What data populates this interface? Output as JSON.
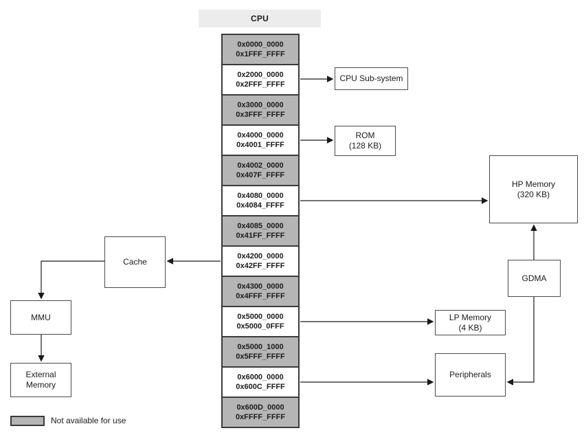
{
  "title": "CPU",
  "colors": {
    "unavailable_fill": "#b5b5b5",
    "header_bg": "#ececec",
    "line": "#1a1a1a"
  },
  "memory_map": {
    "blocks": [
      {
        "start": "0x0000_0000",
        "end": "0x1FFF_FFFF",
        "available": false,
        "target": null
      },
      {
        "start": "0x2000_0000",
        "end": "0x2FFF_FFFF",
        "available": true,
        "target": "CPU Sub-system"
      },
      {
        "start": "0x3000_0000",
        "end": "0x3FFF_FFFF",
        "available": false,
        "target": null
      },
      {
        "start": "0x4000_0000",
        "end": "0x4001_FFFF",
        "available": true,
        "target": "ROM"
      },
      {
        "start": "0x4002_0000",
        "end": "0x407F_FFFF",
        "available": false,
        "target": null
      },
      {
        "start": "0x4080_0000",
        "end": "0x4084_FFFF",
        "available": true,
        "target": "HP Memory"
      },
      {
        "start": "0x4085_0000",
        "end": "0x41FF_FFFF",
        "available": false,
        "target": null
      },
      {
        "start": "0x4200_0000",
        "end": "0x42FF_FFFF",
        "available": true,
        "target": "Cache"
      },
      {
        "start": "0x4300_0000",
        "end": "0x4FFF_FFFF",
        "available": false,
        "target": null
      },
      {
        "start": "0x5000_0000",
        "end": "0x5000_0FFF",
        "available": true,
        "target": "LP Memory"
      },
      {
        "start": "0x5000_1000",
        "end": "0x5FFF_FFFF",
        "available": false,
        "target": null
      },
      {
        "start": "0x6000_0000",
        "end": "0x600C_FFFF",
        "available": true,
        "target": "Peripherals"
      },
      {
        "start": "0x600D_0000",
        "end": "0xFFFF_FFFF",
        "available": false,
        "target": null
      }
    ]
  },
  "components": {
    "cpu_subsystem": {
      "label": "CPU Sub-system",
      "sublabel": ""
    },
    "rom": {
      "label": "ROM",
      "sublabel": "(128 KB)"
    },
    "hp_memory": {
      "label": "HP Memory",
      "sublabel": "(320 KB)"
    },
    "gdma": {
      "label": "GDMA",
      "sublabel": ""
    },
    "lp_memory": {
      "label": "LP Memory",
      "sublabel": "(4 KB)"
    },
    "peripherals": {
      "label": "Peripherals",
      "sublabel": ""
    },
    "cache": {
      "label": "Cache",
      "sublabel": ""
    },
    "mmu": {
      "label": "MMU",
      "sublabel": ""
    },
    "external_memory": {
      "label": "External",
      "sublabel": "Memory"
    }
  },
  "legend": {
    "label": "Not available for use"
  }
}
